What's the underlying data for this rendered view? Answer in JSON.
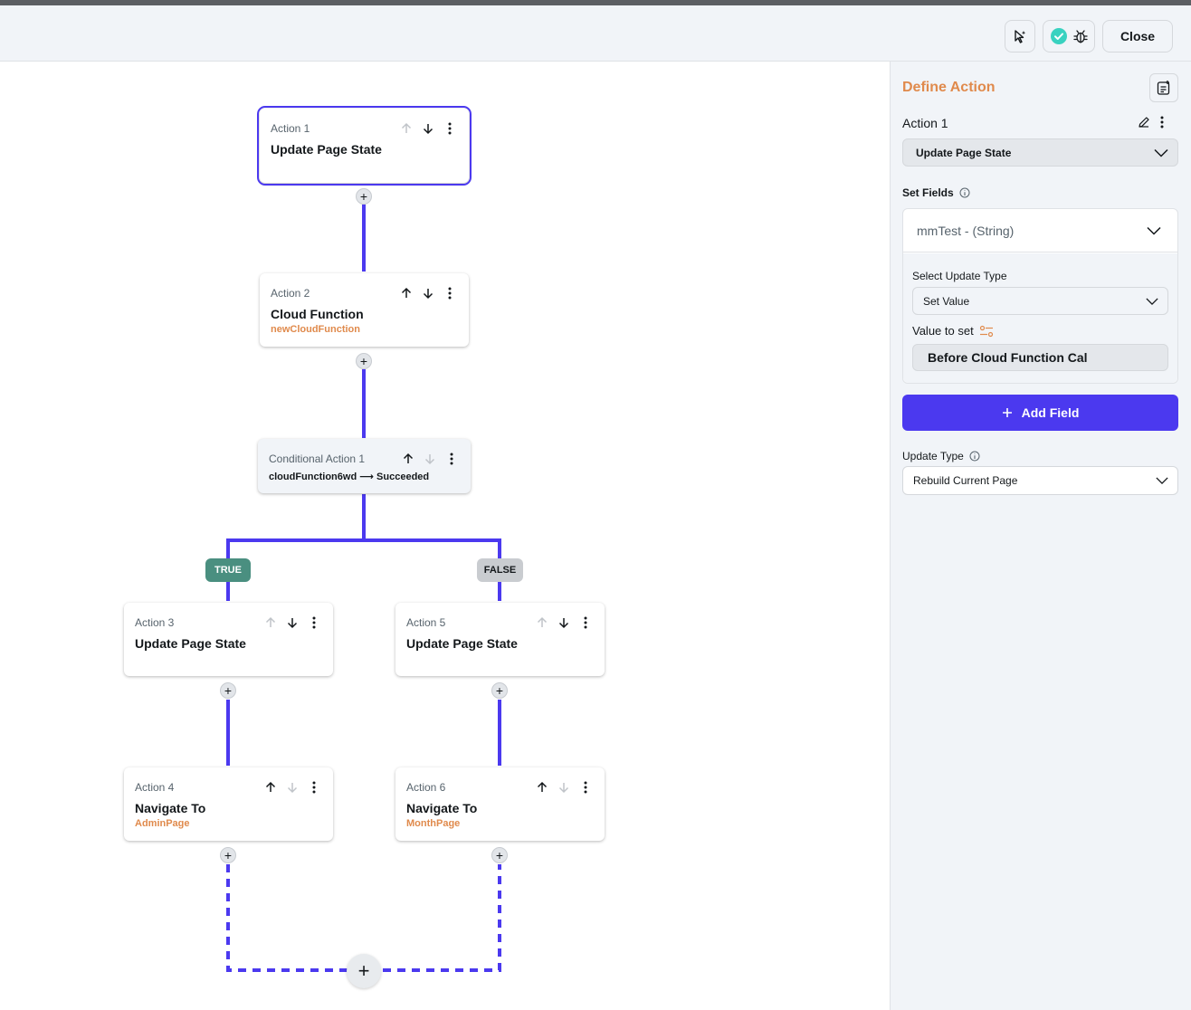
{
  "header": {
    "close_label": "Close"
  },
  "canvas": {
    "action1": {
      "label": "Action 1",
      "title": "Update Page State"
    },
    "action2": {
      "label": "Action 2",
      "title": "Cloud Function",
      "subtitle": "newCloudFunction"
    },
    "conditional1": {
      "label": "Conditional Action 1",
      "condition": "cloudFunction6wd ⟶ Succeeded"
    },
    "true_label": "TRUE",
    "false_label": "FALSE",
    "action3": {
      "label": "Action 3",
      "title": "Update Page State"
    },
    "action4": {
      "label": "Action 4",
      "title": "Navigate To",
      "subtitle": "AdminPage"
    },
    "action5": {
      "label": "Action 5",
      "title": "Update Page State"
    },
    "action6": {
      "label": "Action 6",
      "title": "Navigate To",
      "subtitle": "MonthPage"
    },
    "plus_glyph": "+",
    "colors": {
      "wire": "#4b39ef",
      "accent_text": "#e08a4c",
      "true_badge": "#4a8f80"
    }
  },
  "panel": {
    "title": "Define Action",
    "action_name": "Action 1",
    "action_type": "Update Page State",
    "set_fields_label": "Set Fields",
    "field": {
      "name": "mmTest - (String)",
      "select_update_type_label": "Select Update Type",
      "update_type_value": "Set Value",
      "value_to_set_label": "Value to set",
      "value": "Before Cloud Function Cal"
    },
    "add_field_label": "Add Field",
    "update_type_label": "Update Type",
    "update_type_value": "Rebuild Current Page"
  }
}
